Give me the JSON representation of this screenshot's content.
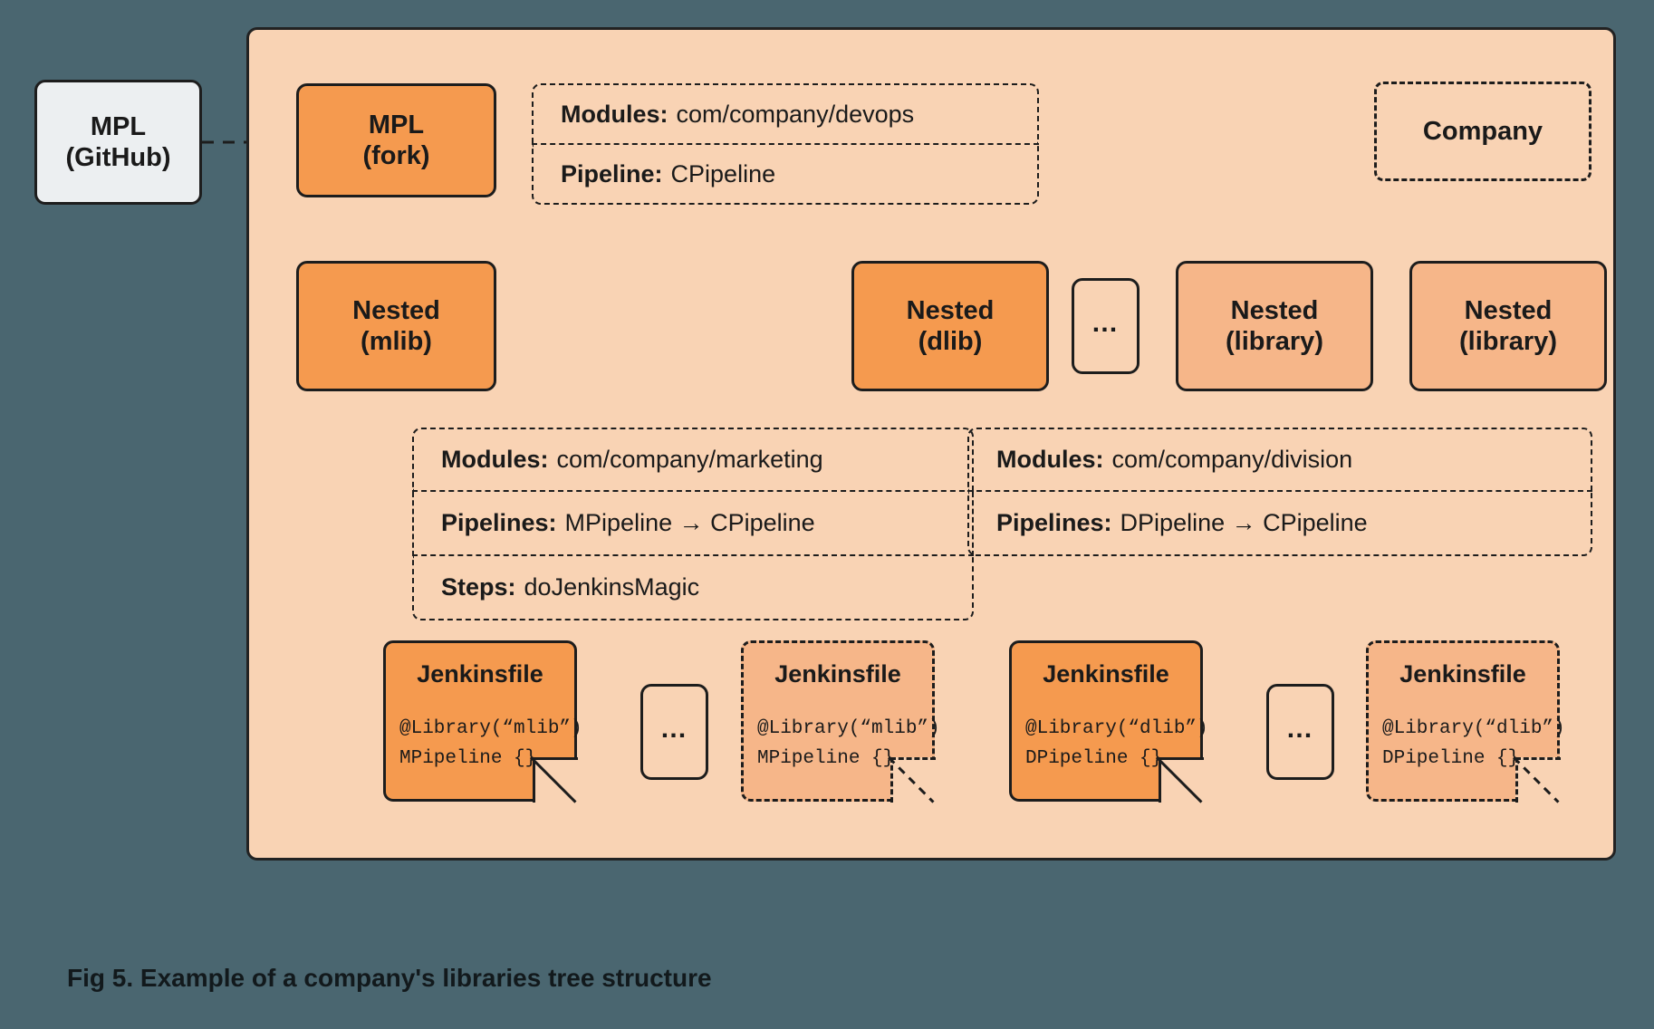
{
  "figure": {
    "caption": "Fig 5. Example of a company's libraries tree structure",
    "background_color": "#4a6670",
    "panel_color": "#f9d3b4",
    "accent_strong": "#f59a4f",
    "accent_light": "#f6b689",
    "outline_color": "#1d1d1d"
  },
  "external": {
    "mpl_github": {
      "line1": "MPL",
      "line2": "(GitHub)"
    }
  },
  "company_panel": {
    "tag": "Company",
    "nodes": {
      "mpl_fork": {
        "line1": "MPL",
        "line2": "(fork)"
      },
      "nested_mlib": {
        "line1": "Nested",
        "line2": "(mlib)"
      },
      "nested_dlib": {
        "line1": "Nested",
        "line2": "(dlib)"
      },
      "ellipsis_mid": {
        "label": "…"
      },
      "nested_library_1": {
        "line1": "Nested",
        "line2": "(library)"
      },
      "nested_library_2": {
        "line1": "Nested",
        "line2": "(library)"
      }
    },
    "info_mpl_fork": [
      {
        "key": "Modules:",
        "value": "com/company/devops"
      },
      {
        "key": "Pipeline:",
        "value": "CPipeline"
      }
    ],
    "info_mlib": [
      {
        "key": "Modules:",
        "value": "com/company/marketing"
      },
      {
        "key": "Pipelines:",
        "value": "MPipeline → CPipeline"
      },
      {
        "key": "Steps:",
        "value": "doJenkinsMagic"
      }
    ],
    "info_dlib": [
      {
        "key": "Modules:",
        "value": "com/company/division"
      },
      {
        "key": "Pipelines:",
        "value": "DPipeline → CPipeline"
      }
    ],
    "jenkinsfiles": [
      {
        "title": "Jenkinsfile",
        "code_line1": "@Library(“mlib”)",
        "code_line2": "MPipeline {}",
        "style": "solid"
      },
      {
        "title": "Jenkinsfile",
        "code_line1": "@Library(“mlib”)",
        "code_line2": "MPipeline {}",
        "style": "dashed"
      },
      {
        "title": "Jenkinsfile",
        "code_line1": "@Library(“dlib”)",
        "code_line2": "DPipeline {}",
        "style": "solid"
      },
      {
        "title": "Jenkinsfile",
        "code_line1": "@Library(“dlib”)",
        "code_line2": "DPipeline {}",
        "style": "dashed"
      }
    ],
    "ellipsis_jfile_left": {
      "label": "…"
    },
    "ellipsis_jfile_right": {
      "label": "…"
    }
  }
}
